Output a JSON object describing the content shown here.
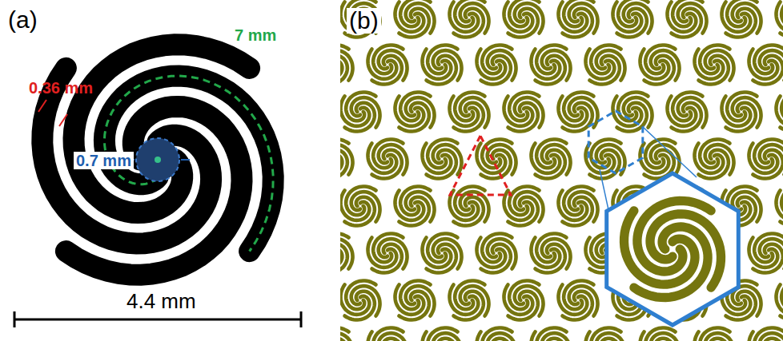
{
  "diagram": {
    "labels": [
      "(a)",
      "7 mm",
      "0.36 mm",
      "0.7 mm",
      "4.4 mm",
      "(b)"
    ]
  }
}
